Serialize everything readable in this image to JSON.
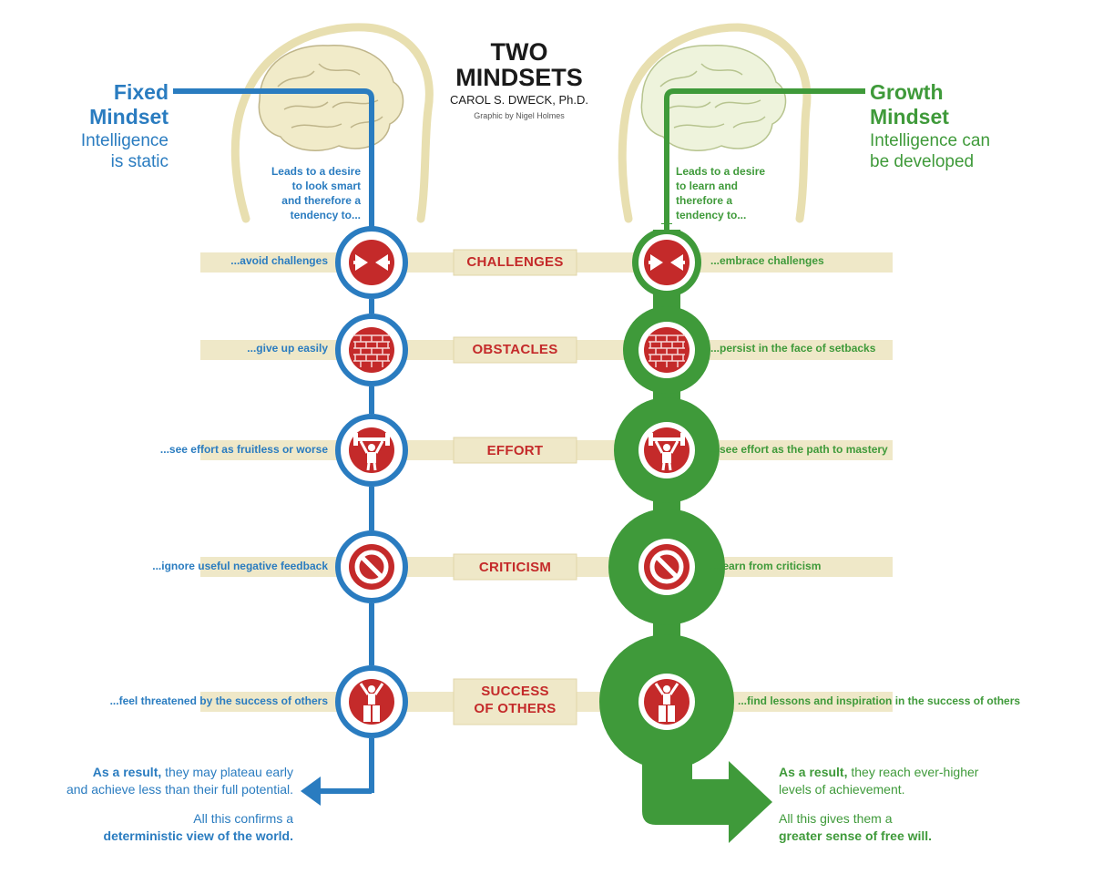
{
  "title": {
    "line1": "TWO",
    "line2": "MINDSETS",
    "author": "CAROL S. DWECK, Ph.D.",
    "credit": "Graphic by Nigel Holmes"
  },
  "colors": {
    "fixed": "#2a7cc0",
    "growth": "#3f9a3a",
    "accent": "#c42a2a",
    "band": "#efe8c8"
  },
  "fixed": {
    "title1": "Fixed",
    "title2": "Mindset",
    "sub1": "Intelligence",
    "sub2": "is static",
    "leads": [
      "Leads to a desire",
      "to look smart",
      "and therefore a",
      "tendency to..."
    ],
    "result_bold": "As a result,",
    "result_text1": " they may plateau early",
    "result_text2": "and achieve less than their full potential.",
    "confirm1": "All this confirms a",
    "confirm2": "deterministic view of the world."
  },
  "growth": {
    "title1": "Growth",
    "title2": "Mindset",
    "sub1": "Intelligence can",
    "sub2": "be developed",
    "leads": [
      "Leads to a desire",
      "to learn and",
      "therefore a",
      "tendency to..."
    ],
    "result_bold": "As a result,",
    "result_text1": " they reach ever-higher",
    "result_text2": "levels of achievement.",
    "confirm1": "All this gives them a",
    "confirm2": "greater sense of free will."
  },
  "rows": [
    {
      "label1": "CHALLENGES",
      "label2": "",
      "icon": "arrows-clash-icon",
      "fixed": "...avoid challenges",
      "growth": "...embrace challenges"
    },
    {
      "label1": "OBSTACLES",
      "label2": "",
      "icon": "brick-wall-icon",
      "fixed": "...give up easily",
      "growth": "...persist in the face of setbacks"
    },
    {
      "label1": "EFFORT",
      "label2": "",
      "icon": "weightlifter-icon",
      "fixed": "...see effort as fruitless or worse",
      "growth": "...see effort as the path to mastery"
    },
    {
      "label1": "CRITICISM",
      "label2": "",
      "icon": "no-sign-icon",
      "fixed": "...ignore useful negative feedback",
      "growth": "...learn from criticism"
    },
    {
      "label1": "SUCCESS",
      "label2": "OF OTHERS",
      "icon": "winner-figure-icon",
      "fixed": "...feel threatened by the success of others",
      "growth": "...find lessons and inspiration in the success of others"
    }
  ]
}
